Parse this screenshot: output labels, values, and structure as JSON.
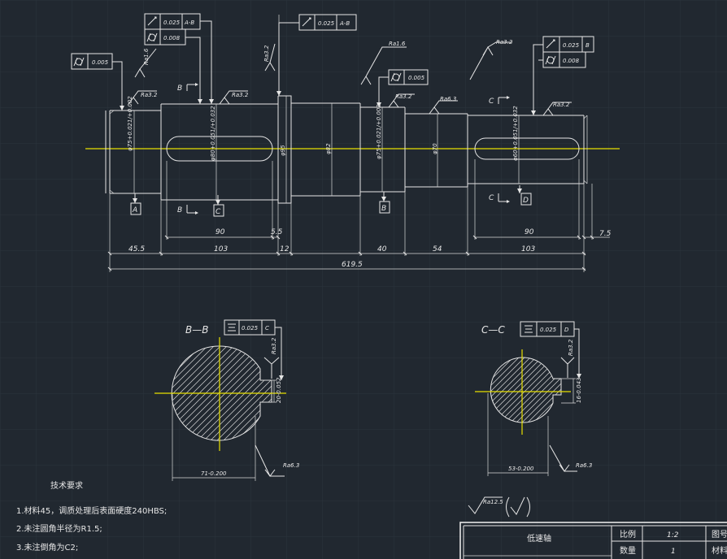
{
  "views": {
    "section_b": {
      "label": "B—B",
      "tol_value": "0.025",
      "datum": "C",
      "roughness_key": "Ra3.2",
      "roughness_body": "Ra6.3",
      "dim_bottom": "71-0.200",
      "dim_key": "20-0.052"
    },
    "section_c": {
      "label": "C—C",
      "tol_value": "0.025",
      "datum": "D",
      "roughness_key": "Ra3.2",
      "roughness_body": "Ra6.3",
      "dim_bottom": "53-0.200",
      "dim_key": "16-0.043"
    }
  },
  "gdt": {
    "top_a_runout": "0.025",
    "top_a_datum": "A-B",
    "top_a_cyl": "0.008",
    "top_b_runout": "0.025",
    "top_b_datum": "A-B",
    "left_cyl": "0.005",
    "mid_cyl": "0.005",
    "right_runout": "0.025",
    "right_datum": "B",
    "right_cyl": "0.008"
  },
  "roughness": {
    "r1": "Ra1.6",
    "r2": "Ra3.2",
    "r3": "Ra3.2",
    "r4": "Ra3.2",
    "r5": "Ra1.6",
    "r6": "Ra3.2",
    "r7": "Ra6.3",
    "r8": "Ra3.2",
    "r9": "Ra3.2",
    "rest": "Ra12.5"
  },
  "datums": {
    "a": "A",
    "b": "B",
    "c": "C",
    "d": "D"
  },
  "section_marks": {
    "b_top": "B",
    "b_bottom": "B",
    "c_top": "C",
    "c_bottom": "C"
  },
  "diameters": {
    "d1": "φ75+0.021/+0.002",
    "d2": "φ80+0.051/+0.032",
    "d3": "φ95",
    "d4": "φ82",
    "d5": "φ75+0.021/+0.002",
    "d6": "φ70",
    "d7": "φ60+0.051/+0.032"
  },
  "dimensions": {
    "d455": "45.5",
    "d103a": "103",
    "d90a": "90",
    "d55": "5.5",
    "d12": "12",
    "d40": "40",
    "d54": "54",
    "d90b": "90",
    "d103b": "103",
    "d75": "7.5",
    "total": "619.5"
  },
  "notes": {
    "title": "技术要求",
    "n1": "1.材料45，调质处理后表面硬度240HBS;",
    "n2": "2.未注圆角半径为R1.5;",
    "n3": "3.未注倒角为C2;"
  },
  "title_block": {
    "part_name": "低速轴",
    "scale_label": "比例",
    "scale_value": "1:2",
    "qty_label": "数量",
    "qty_value": "1",
    "drawing_no_label": "图号",
    "material_label": "材料"
  },
  "colors": {
    "background": "#212830",
    "lines": "#e6e6e6",
    "centerline": "#e8e000",
    "grid": "#2c343d"
  }
}
